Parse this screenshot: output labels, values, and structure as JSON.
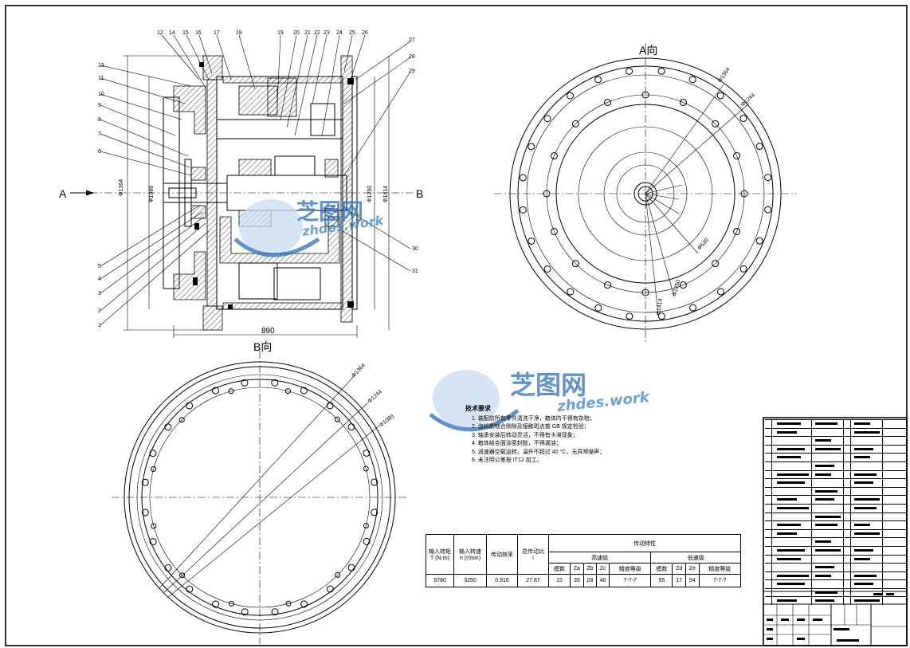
{
  "views": {
    "section_label": "A",
    "section_label_b": "B",
    "view_a_title": "A向",
    "view_b_title": "B向"
  },
  "part_numbers": {
    "top": [
      "12",
      "14",
      "15",
      "16",
      "17",
      "18",
      "19",
      "20",
      "21",
      "22",
      "23",
      "24",
      "25",
      "26"
    ],
    "left": [
      "13",
      "11",
      "10",
      "9",
      "8",
      "7",
      "6"
    ],
    "left_lower": [
      "5",
      "4",
      "3",
      "2",
      "1"
    ],
    "right": [
      "27",
      "28",
      "29"
    ],
    "right_lower": [
      "30",
      "31"
    ]
  },
  "dimensions": {
    "overall_length": "890",
    "dia_left_outer": "Φ1364",
    "dia_left_inner": "Φ1086",
    "dia_right_a": "Φ1250",
    "dia_right_b": "Φ1414",
    "a_view_d1": "Φ1364",
    "a_view_d2": "Φ1244",
    "a_view_d3": "Φ530",
    "a_view_d4": "Φ1250",
    "a_view_d5": "Φ1414",
    "b_view_d1": "Φ1364",
    "b_view_d2": "Φ1244",
    "b_view_d3": "Φ1080"
  },
  "watermark": {
    "brand": "芝图网",
    "url": "zhdes.work"
  },
  "technical_notes": {
    "title": "技术要求",
    "items": [
      "1. 装配前所有零件清洗干净，箱体内不得有杂物；",
      "2. 齿轮副啮合侧隙及接触斑点按 GB 规定检验；",
      "3. 轴承安装后转动灵活，不得有卡滞现象；",
      "4. 箱体结合面涂密封胶，不得漏油；",
      "5. 减速器空载运转，温升不超过 40 °C，无异常噪声；",
      "6. 未注明公差按 IT12 加工。"
    ]
  },
  "performance_table": {
    "headers": {
      "input_torque": "输入转矩",
      "input_torque_unit": "T (N·m)",
      "input_speed": "输入转速",
      "input_speed_unit": "n (r/min)",
      "efficiency": "传动效率",
      "ratio": "总传动比",
      "ratio_unit": "i",
      "transmission": "传动特性",
      "high_stage": "高速级",
      "low_stage": "低速级"
    },
    "sub_headers": [
      "模数",
      "Za",
      "Zb",
      "Zc",
      "精度等级",
      "模数",
      "Zd",
      "Ze",
      "精度等级"
    ],
    "values": {
      "input_torque": "9780",
      "input_speed": "3250",
      "efficiency": "0.916",
      "ratio": "27.87",
      "stage_values": [
        "15",
        "35",
        "28",
        "40",
        "7-7-7",
        "55",
        "17",
        "54",
        "7-7-7"
      ]
    }
  }
}
